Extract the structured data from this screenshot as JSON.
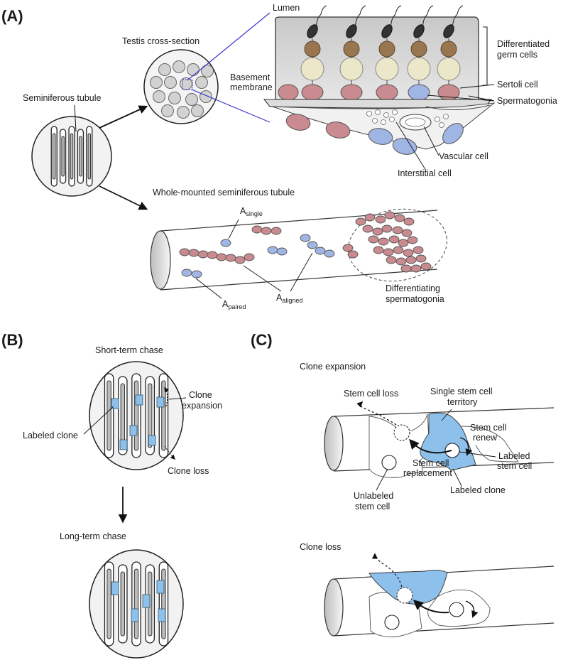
{
  "panels": {
    "a": "(A)",
    "b": "(B)",
    "c": "(C)"
  },
  "panel_a": {
    "seminiferous_tubule": "Seminiferous tubule",
    "testis_cross_section": "Testis cross-section",
    "lumen": "Lumen",
    "basement_membrane_1": "Basement",
    "basement_membrane_2": "membrane",
    "differentiated_germ_cells_1": "Differentiated",
    "differentiated_germ_cells_2": "germ cells",
    "sertoli_cell": "Sertoli cell",
    "spermatogonia": "Spermatogonia",
    "vascular_cell": "Vascular cell",
    "interstitial_cell": "Interstitial cell",
    "whole_mounted": "Whole-mounted seminiferous tubule",
    "a_single_main": "A",
    "a_single_sub": "single",
    "a_paired_main": "A",
    "a_paired_sub": "paired",
    "a_aligned_main": "A",
    "a_aligned_sub": "aligned",
    "differentiating_1": "Differentiating",
    "differentiating_2": "spermatogonia"
  },
  "panel_b": {
    "short_term_chase": "Short-term chase",
    "clone_expansion_1": "Clone",
    "clone_expansion_2": "expansion",
    "labeled_clone": "Labeled clone",
    "clone_loss": "Clone loss",
    "long_term_chase": "Long-term chase"
  },
  "panel_c": {
    "clone_expansion_title": "Clone expansion",
    "stem_cell_loss": "Stem cell loss",
    "single_stem_cell_territory_1": "Single stem cell",
    "single_stem_cell_territory_2": "territory",
    "stem_cell_renew_1": "Stem cell",
    "stem_cell_renew_2": "renew",
    "labeled_stem_cell_1": "Labeled",
    "labeled_stem_cell_2": "stem cell",
    "stem_cell_replacement_1": "Stem cell",
    "stem_cell_replacement_2": "replacement",
    "unlabeled_stem_cell_1": "Unlabeled",
    "unlabeled_stem_cell_2": "stem cell",
    "labeled_clone": "Labeled clone",
    "clone_loss_title": "Clone loss"
  },
  "colors": {
    "germ_pink": "#c98b8f",
    "stem_blue": "#9fb5e3",
    "clone_blue": "#8ec0ec",
    "brown": "#9a7650",
    "cream": "#ece7c8",
    "gray_cell": "#d2d2d2",
    "guide_line": "#3a3acc"
  }
}
